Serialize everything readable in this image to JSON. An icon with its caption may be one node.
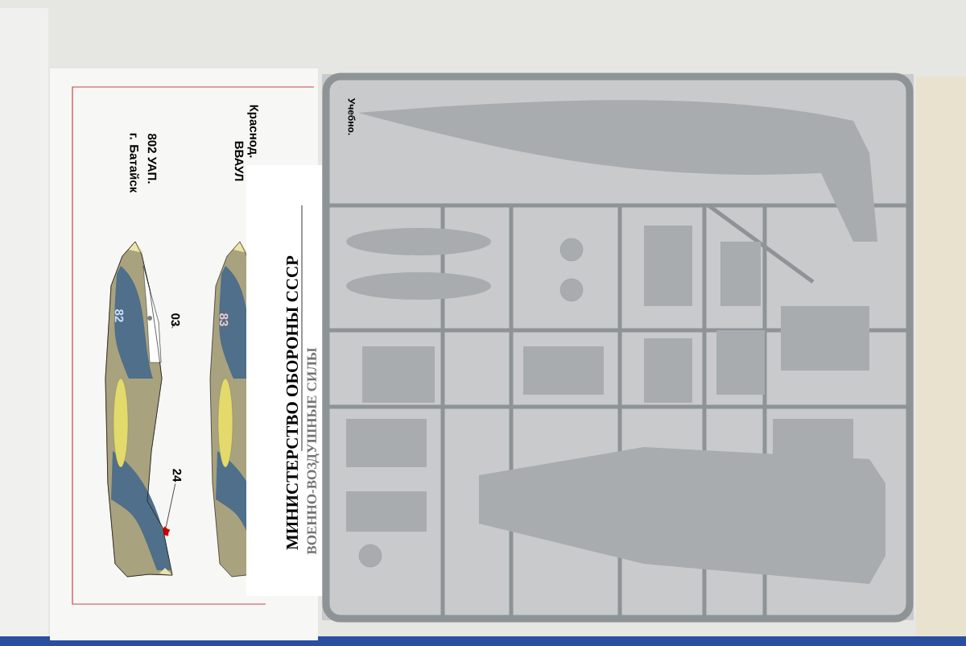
{
  "diagram": {
    "nodes": [
      {
        "text": [
          "03"
        ]
      },
      {
        "text": [
          "24"
        ]
      },
      {
        "text": [],
        "shape": "picture"
      },
      {
        "text": [],
        "shape": "picture"
      },
      {
        "text": [],
        "shape": "picture",
        "in": 2
      },
      {
        "text": [],
        "shape": "star",
        "in": 2
      },
      {
        "text": [],
        "shape": "box"
      },
      {
        "text": [],
        "shape": "box"
      }
    ],
    "edges": [
      {
        "from": 0,
        "to": 4,
        "arrow": "none"
      },
      {
        "from": 1,
        "to": 5,
        "arrow": "none"
      }
    ],
    "labels": [
      "Краснод.",
      "ВВАУЛ",
      "802 УАП.",
      "г. Батайск",
      "82",
      "83",
      "МИНИСТЕРСТВО ОБОРОНЫ СССР",
      "ВОЕННО-ВОЗДУШНЫЕ СИЛЫ",
      "Учебно."
    ]
  }
}
